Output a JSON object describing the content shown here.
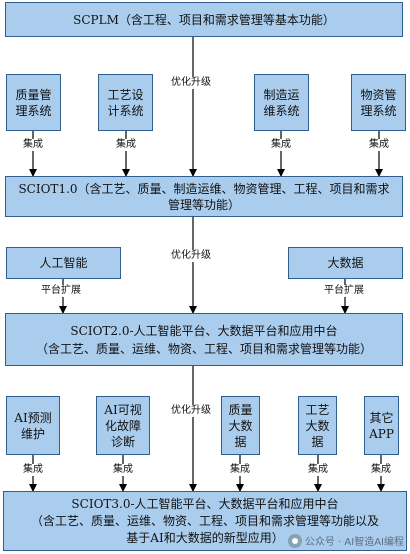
{
  "scplm": "SCPLM（含工程、项目和需求管理等基本功能）",
  "top_systems": [
    "质量管\n理系统",
    "工艺设\n计系统",
    "制造运\n维系统",
    "物资管\n理系统"
  ],
  "integrate": "集成",
  "upgrade": "优化升级",
  "sciot1": "SCIOT1.0（含工艺、质量、制造运维、物资管理、工程、项目和需求管理等功能）",
  "ai_label": "人工智能",
  "bigdata_label": "大数据",
  "platform_expand": "平台扩展",
  "sciot2": "SCIOT2.0-人工智能平台、大数据平台和应用中台\n（含工艺、质量、运维、物资、工程、项目和需求管理等功能）",
  "apps": [
    "AI预测\n维护",
    "AI可视\n化故障\n诊断",
    "质量\n大数\n据",
    "工艺\n大数\n据",
    "其它\nAPP"
  ],
  "sciot3": "SCIOT3.0-人工智能平台、大数据平台和应用中台\n（含工艺、质量、运维、物资、工程、项目和需求管理等功能以及\n基于AI和大数据的新型应用）",
  "watermark": "公众号 · AI智造AI编程",
  "colors": {
    "box_fill": "#aacdee",
    "box_border": "#2f5f8f",
    "arrow": "#000000"
  }
}
